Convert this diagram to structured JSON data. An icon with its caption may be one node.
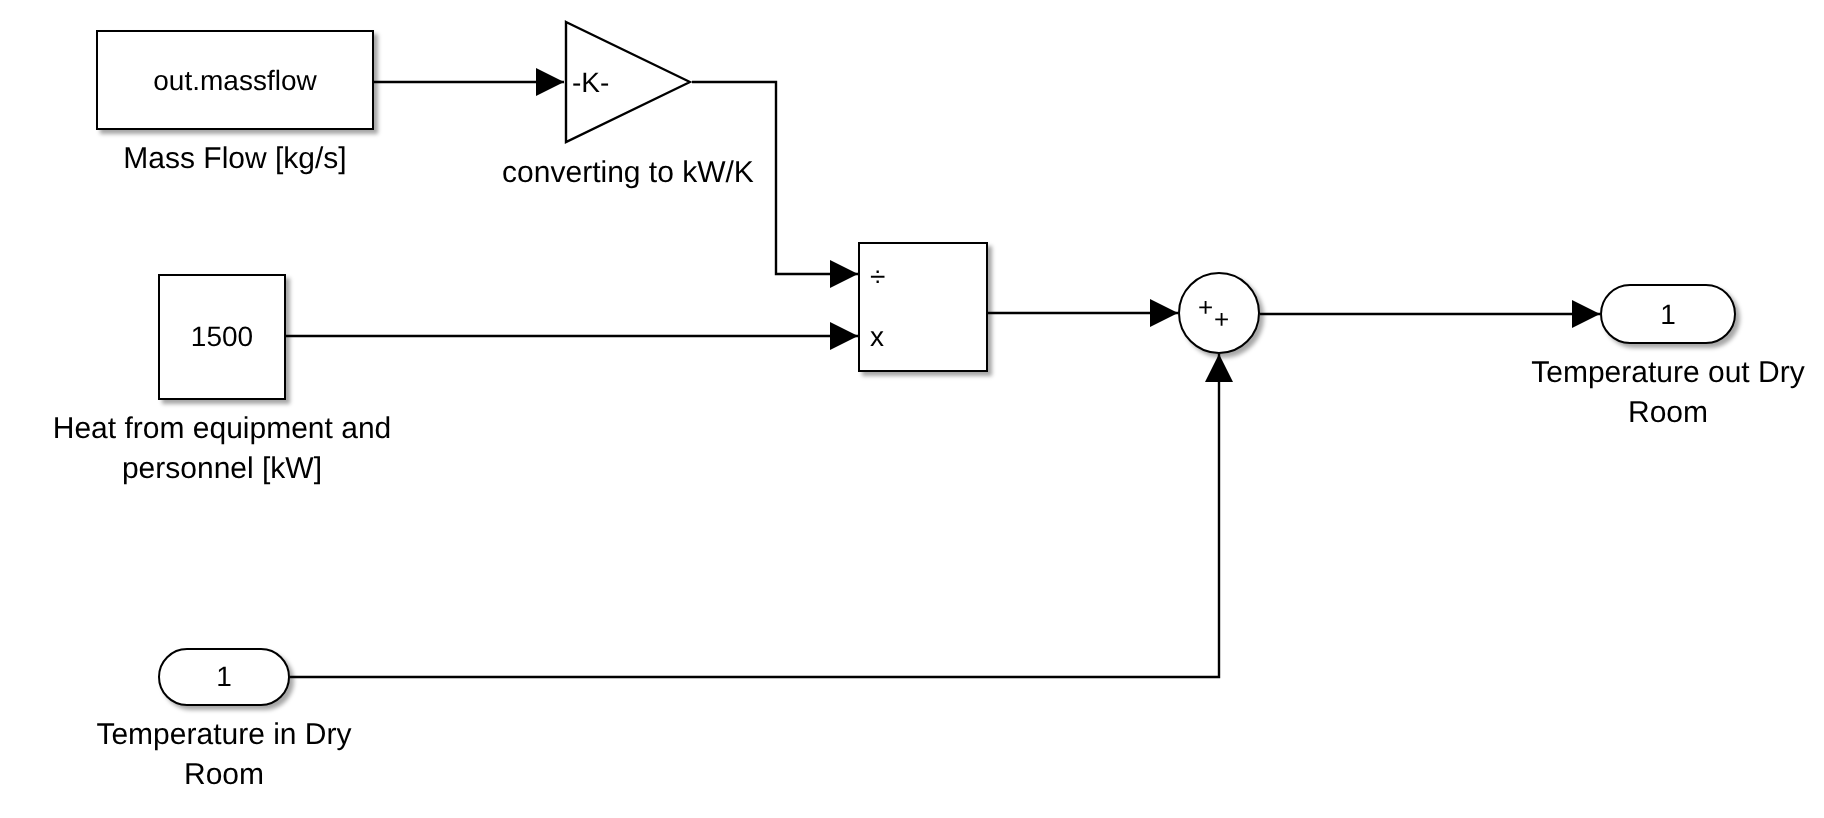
{
  "diagram": {
    "nodes": [
      {
        "text": [
          "out.massflow"
        ],
        "beside": [
          "Mass Flow [kg/s]"
        ]
      },
      {
        "text": [
          "-K-"
        ],
        "beside": [
          "converting to kW/K"
        ]
      },
      {
        "text": [
          "1500"
        ],
        "beside": [
          "Heat from equipment and personnel [kW]"
        ]
      },
      {
        "text": [
          "÷",
          "x"
        ]
      },
      {
        "text": [
          "+",
          "+"
        ]
      },
      {
        "text": [
          "1"
        ],
        "beside": [
          "Temperature out Dry Room"
        ]
      },
      {
        "text": [
          "1"
        ],
        "beside": [
          "Temperature in Dry Room"
        ]
      }
    ],
    "edges": [
      {
        "from": 0,
        "to": 1,
        "arrow": "to"
      },
      {
        "from": 1,
        "to": 3,
        "arrow": "to"
      },
      {
        "from": 2,
        "to": 3,
        "arrow": "to"
      },
      {
        "from": 3,
        "to": 4,
        "arrow": "to"
      },
      {
        "from": 4,
        "to": 5,
        "arrow": "to"
      },
      {
        "from": 6,
        "to": 4,
        "arrow": "to"
      }
    ]
  }
}
